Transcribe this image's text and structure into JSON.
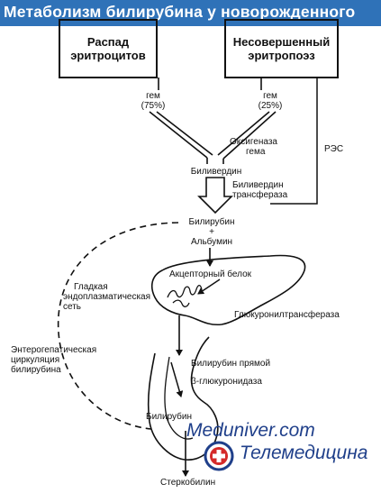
{
  "title": "Метаболизм билирубина у новорожденного",
  "boxes": {
    "left": [
      "Распад",
      "эритроцитов"
    ],
    "right": [
      "Несовершенный",
      "эритропоэз"
    ]
  },
  "labels": {
    "heme_left": [
      "гем",
      "(75%)"
    ],
    "heme_right": [
      "гем",
      "(25%)"
    ],
    "oxygenase": [
      "Оксигеназа",
      "гема"
    ],
    "res": "РЭС",
    "biliverdin": "Биливердин",
    "biliverdin_transferase": [
      "Биливердин",
      "трансфераза"
    ],
    "bilirubin_albumin": [
      "Билирубин",
      "+",
      "Альбумин"
    ],
    "acceptor_protein": "Акцепторный белок",
    "smooth_er": [
      "Гладкая",
      "эндоплазматическая",
      "сеть"
    ],
    "glucuronyl": "Глюкуронилтрансфераза",
    "enterohepatic": [
      "Энтерогепатическая",
      "циркуляция",
      "билирубина"
    ],
    "direct_bilirubin": "Билирубин прямой",
    "glucuronidase": "β-глюкуронидаза",
    "bilirubin_gut": "Билирубин",
    "stercobilin": "Стеркобилин"
  },
  "watermark": {
    "line1": "Meduniver.com",
    "line2": "Телемедицина"
  },
  "colors": {
    "title_bar": "#2f72b8",
    "watermark_text": "#1f3f8a",
    "logo_red": "#d42a2a"
  }
}
